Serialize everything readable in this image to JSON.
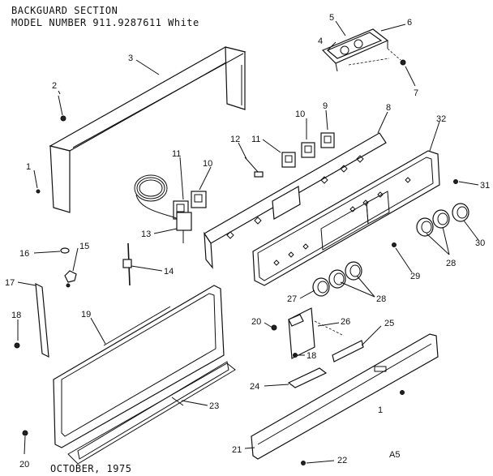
{
  "header": {
    "line1": "BACKGUARD SECTION",
    "line2": "MODEL NUMBER 911.9287611 White"
  },
  "footer": {
    "date": "OCTOBER, 1975",
    "page_code": "A5"
  },
  "callouts": {
    "c1a": "1",
    "c2": "2",
    "c3": "3",
    "c4": "4",
    "c5": "5",
    "c6": "6",
    "c7": "7",
    "c8": "8",
    "c9": "9",
    "c10a": "10",
    "c10b": "10",
    "c11a": "11",
    "c11b": "11",
    "c12": "12",
    "c13": "13",
    "c14": "14",
    "c15": "15",
    "c16": "16",
    "c17": "17",
    "c18a": "18",
    "c18b": "18",
    "c19": "19",
    "c20a": "20",
    "c20b": "20",
    "c21": "21",
    "c22": "22",
    "c23": "23",
    "c24": "24",
    "c25": "25",
    "c26": "26",
    "c27": "27",
    "c28a": "28",
    "c28b": "28",
    "c29": "29",
    "c30": "30",
    "c31": "31",
    "c32": "32",
    "c1b": "1"
  }
}
